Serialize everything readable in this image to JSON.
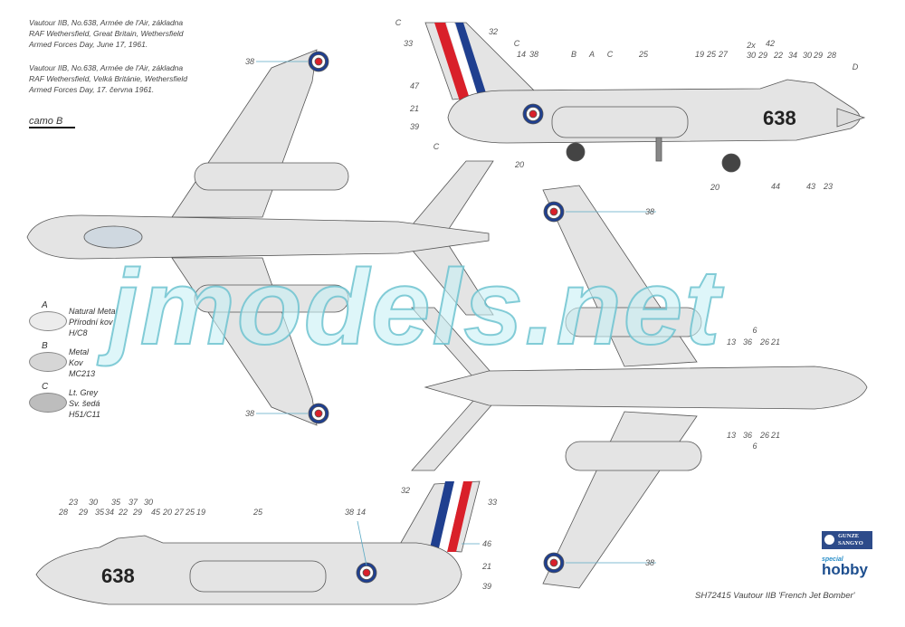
{
  "notes": {
    "en": [
      "Vautour IIB, No.638, Armée de l'Air, základna",
      "RAF Wethersfield, Great Britain, Wethersfield",
      "Armed Forces Day, June 17, 1961."
    ],
    "cz": [
      "Vautour IIB, No.638, Armée de l'Air, základna",
      "RAF Wethersfield, Velká Británie, Wethersfield",
      "Armed Forces Day, 17. června 1961."
    ]
  },
  "camo": "camo B",
  "legend": [
    {
      "letter": "A",
      "lines": [
        "Natural Metal",
        "Přírodní kov",
        "H/C8"
      ],
      "color": "#ececec"
    },
    {
      "letter": "B",
      "lines": [
        "Metal",
        "Kov",
        "MC213"
      ],
      "color": "#d6d6d6"
    },
    {
      "letter": "C",
      "lines": [
        "Lt. Grey",
        "Sv. šedá",
        "H51/C11"
      ],
      "color": "#bdbdbd"
    }
  ],
  "registration": "638",
  "watermark": "jmodels.net",
  "brands": {
    "gunze": [
      "GUNZE",
      "SANGYO"
    ],
    "special": "special",
    "hobby": "hobby"
  },
  "title": "SH72415 Vautour IIB 'French Jet Bomber'",
  "callouts": {
    "top_plan": [
      "38",
      "38"
    ],
    "top_side": [
      "C",
      "33",
      "32",
      "C",
      "47",
      "21",
      "39",
      "C",
      "14",
      "38",
      "B",
      "A",
      "C",
      "25",
      "19",
      "25",
      "27",
      "2x",
      "30",
      "42",
      "29",
      "22",
      "34",
      "30",
      "29",
      "28",
      "D",
      "20",
      "20",
      "44",
      "43",
      "23"
    ],
    "bottom_plan": [
      "38",
      "13",
      "36",
      "6",
      "26",
      "21",
      "13",
      "36",
      "6",
      "26",
      "21",
      "38"
    ],
    "bottom_side": [
      "28",
      "23",
      "29",
      "30",
      "35",
      "34",
      "35",
      "22",
      "37",
      "29",
      "30",
      "45",
      "20",
      "27",
      "25",
      "19",
      "25",
      "38",
      "14",
      "32",
      "33",
      "46",
      "21",
      "39"
    ]
  },
  "colors": {
    "metal": "#e4e4e4",
    "red": "#d9202a",
    "blue": "#1f3f8f",
    "callout": "#5aa9c4"
  }
}
